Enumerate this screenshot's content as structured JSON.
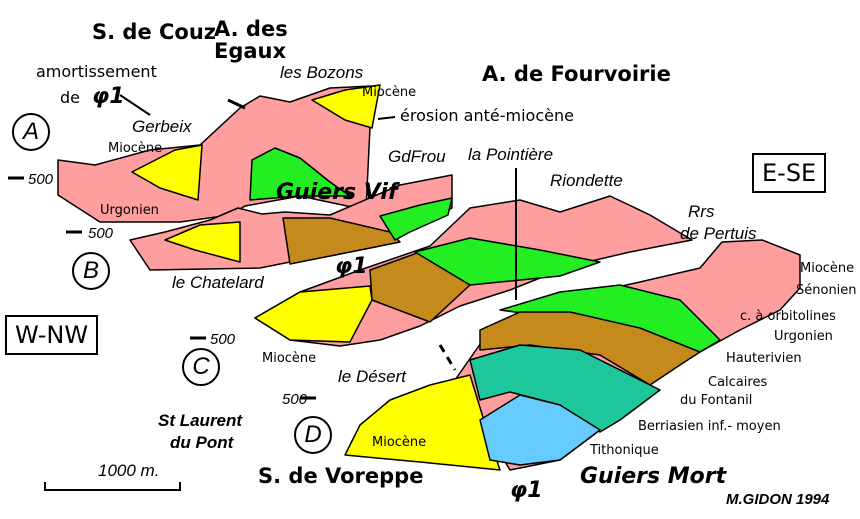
{
  "titles": {
    "couz": "S. de Couz",
    "egaux": "A. des Egaux",
    "fourvoirie": "A. de Fourvoirie",
    "voreppe": "S. de Voreppe"
  },
  "orientation": {
    "east": "E-SE",
    "west": "W-NW"
  },
  "sections": [
    "A",
    "B",
    "C",
    "D"
  ],
  "places": {
    "bozons": "les Bozons",
    "gerbeix": "Gerbeix",
    "grandfrou": "GdFrou",
    "pointiere": "la Pointière",
    "riondette": "Riondette",
    "pertuis_1": "Rrs",
    "pertuis_2": "de Pertuis",
    "chatelard": "le Chatelard",
    "desert": "le Désert",
    "laurent_1": "St Laurent",
    "laurent_2": "du Pont"
  },
  "rivers": {
    "vif": "Guiers Vif",
    "mort": "Guiers Mort"
  },
  "annotations": {
    "amort_1": "amortissement",
    "amort_2": "de",
    "phi1": "φ1",
    "erosion": "érosion anté-miocène"
  },
  "altitudes": {
    "a": "500",
    "b": "500",
    "c": "500",
    "d": "500"
  },
  "labels": {
    "miocene": "Miocène",
    "urgonien": "Urgonien",
    "senonien": "Sénonien",
    "orbitolines": "c. à orbitolines",
    "hauterivien": "Hauterivien",
    "calcaires_1": "Calcaires",
    "calcaires_2": "du Fontanil",
    "berriasien": "Berriasien inf.- moyen",
    "tithonique": "Tithonique"
  },
  "scale": {
    "label": "1000 m."
  },
  "credit": "M.GIDON  1994",
  "colors": {
    "urgonien": "#ff9e9e",
    "miocene": "#ffff00",
    "hauterivien": "#22ee22",
    "fontanil": "#c48a1c",
    "berriasien": "#1fc89c",
    "tithonique": "#66ccff"
  }
}
